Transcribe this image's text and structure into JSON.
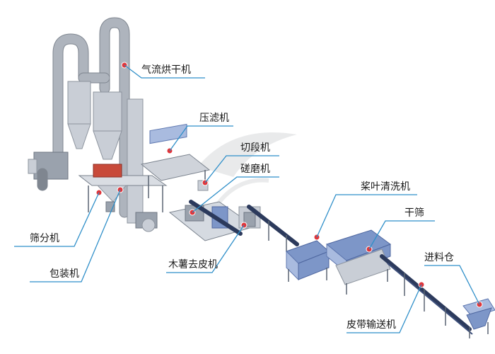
{
  "diagram": {
    "callouts": [
      {
        "id": "flash-dryer",
        "label": "气流烘干机"
      },
      {
        "id": "filter-press",
        "label": "压滤机"
      },
      {
        "id": "cutter",
        "label": "切段机"
      },
      {
        "id": "grinder",
        "label": "磋磨机"
      },
      {
        "id": "paddle-washer",
        "label": "桨叶清洗机"
      },
      {
        "id": "dry-sieve",
        "label": "干筛"
      },
      {
        "id": "feed-hopper",
        "label": "进料仓"
      },
      {
        "id": "belt-conveyor",
        "label": "皮带输送机"
      },
      {
        "id": "peeler",
        "label": "木薯去皮机"
      },
      {
        "id": "packing-machine",
        "label": "包装机"
      },
      {
        "id": "screening-machine",
        "label": "筛分机"
      }
    ]
  }
}
